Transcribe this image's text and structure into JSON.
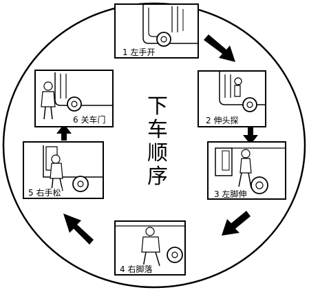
{
  "title": [
    "下",
    "车",
    "顺",
    "序"
  ],
  "steps": [
    {
      "num": "1",
      "label": "左手开"
    },
    {
      "num": "2",
      "label": "伸头探"
    },
    {
      "num": "3",
      "label": "左脚伸"
    },
    {
      "num": "4",
      "label": "右脚落"
    },
    {
      "num": "5",
      "label": "右手松"
    },
    {
      "num": "6",
      "label": "关车门"
    }
  ],
  "colors": {
    "ink": "#000000",
    "paper": "#ffffff"
  },
  "icons": [
    "arrow-icon",
    "vehicle-door-icon",
    "person-icon"
  ]
}
